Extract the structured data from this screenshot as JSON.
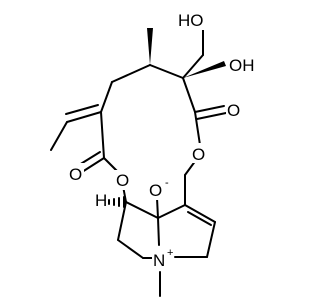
{
  "molecule": {
    "atom_labels": {
      "hydroxymethyl_oh": "HO",
      "tertiary_oh": "OH",
      "carbonyl_o_right": "O",
      "ring_o_right": "O",
      "ring_o_left": "O",
      "carbonyl_o_left": "O",
      "oxide_o": "O",
      "hydrogen": "H",
      "nitrogen": "N"
    },
    "charges": {
      "oxide_minus": "-",
      "nitrogen_plus": "+"
    },
    "colors": {
      "bond": "#000000",
      "background": "#ffffff"
    }
  }
}
